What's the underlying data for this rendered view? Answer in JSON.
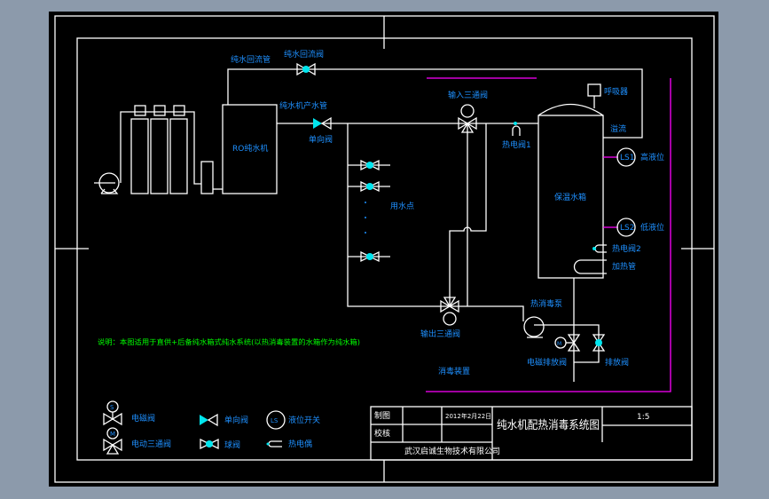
{
  "colors": {
    "background": "#8c9aab",
    "canvas": "#000000",
    "lines": "#ffffff",
    "labels": "#1e90ff",
    "note": "#00ff00",
    "signal": "#ff00ff",
    "valve_fill": "#00e5ee"
  },
  "labels": {
    "ro_machine": "RO纯水机",
    "return_pipe": "纯水回流管",
    "return_valve": "纯水回流阀",
    "product_pipe": "纯水机产水管",
    "check_valve": "单向阀",
    "input_3way": "输入三通阀",
    "output_3way": "输出三通阀",
    "use_point": "用水点",
    "breather": "呼吸器",
    "overflow": "溢流",
    "heater1": "热电阀1",
    "heater2": "热电阀2",
    "ls1": "LS1",
    "high_level": "高液位",
    "ls2": "LS2",
    "low_level": "低液位",
    "tank": "保温水箱",
    "heating_tube": "加热管",
    "sterilization_pump": "热消毒泵",
    "solenoid_drain": "电磁排放阀",
    "drain_valve": "排放阀",
    "sterilization_unit": "消毒装置",
    "m": "M"
  },
  "note": "说明：本图适用于直供+后备纯水箱式纯水系统(以热消毒装置的水箱作为纯水箱)",
  "legend": {
    "solenoid_valve": "电磁阀",
    "s": "S",
    "motor_3way": "电动三通阀",
    "m": "M",
    "check_valve": "单向阀",
    "ball_valve": "球阀",
    "level_switch": "液位开关",
    "ls": "LS",
    "thermocouple": "热电偶"
  },
  "title_block": {
    "drawn": "制图",
    "checked": "校核",
    "date": "2012年2月22日",
    "title": "纯水机配热消毒系统图",
    "scale": "1:5",
    "company": "武汉启诚生物技术有限公司"
  }
}
